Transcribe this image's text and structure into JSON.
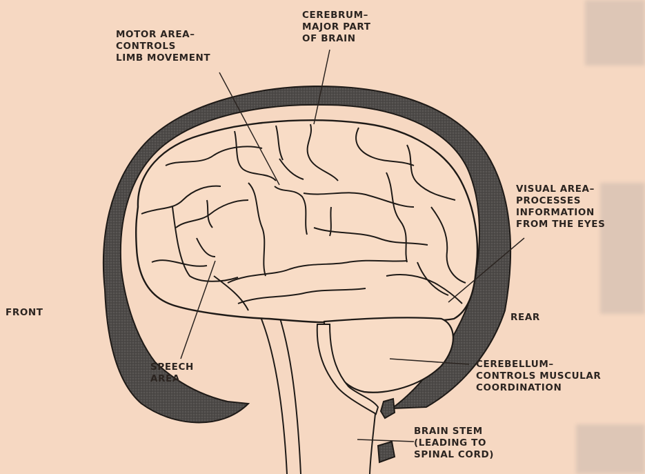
{
  "labels": {
    "cerebrum": [
      "CEREBRUM–",
      "MAJOR PART",
      "OF BRAIN"
    ],
    "motor_area": [
      "MOTOR AREA–",
      "CONTROLS",
      "LIMB MOVEMENT"
    ],
    "visual_area": [
      "VISUAL AREA–",
      "PROCESSES",
      "INFORMATION",
      "FROM THE EYES"
    ],
    "front": "FRONT",
    "rear": "REAR",
    "speech_area": [
      "SPEECH",
      "AREA"
    ],
    "cerebellum": [
      "CEREBELLUM–",
      "CONTROLS MUSCULAR",
      "COORDINATION"
    ],
    "brain_stem": [
      "BRAIN STEM",
      "(LEADING TO",
      "SPINAL CORD)"
    ]
  },
  "colors": {
    "background": "#f6d8c2",
    "skull": "#4a4745",
    "outline": "#1e1a17",
    "brain_fill": "#f8dcc6"
  }
}
